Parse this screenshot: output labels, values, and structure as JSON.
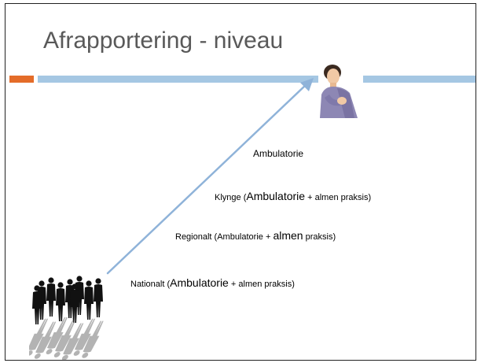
{
  "slide": {
    "title": "Afrapportering - niveau"
  },
  "colors": {
    "accent_orange": "#e46c29",
    "accent_blue": "#a5c7e3",
    "title_gray": "#595959",
    "arrow_blue": "#8fb3d9"
  },
  "levels": [
    {
      "label": "Ambulatorie"
    },
    {
      "prefix": "Klynge (",
      "big": "Ambulatorie",
      "suffix": " + almen praksis)"
    },
    {
      "prefix": "Regionalt  (Ambulatorie + ",
      "big": "almen",
      "suffix": " praksis)"
    },
    {
      "prefix": "Nationalt   (",
      "big": "Ambulatorie",
      "suffix": " + almen praksis)"
    }
  ],
  "icons": {
    "patient": "patient-chest-pain-icon",
    "crowd": "people-crowd-silhouette-icon"
  }
}
